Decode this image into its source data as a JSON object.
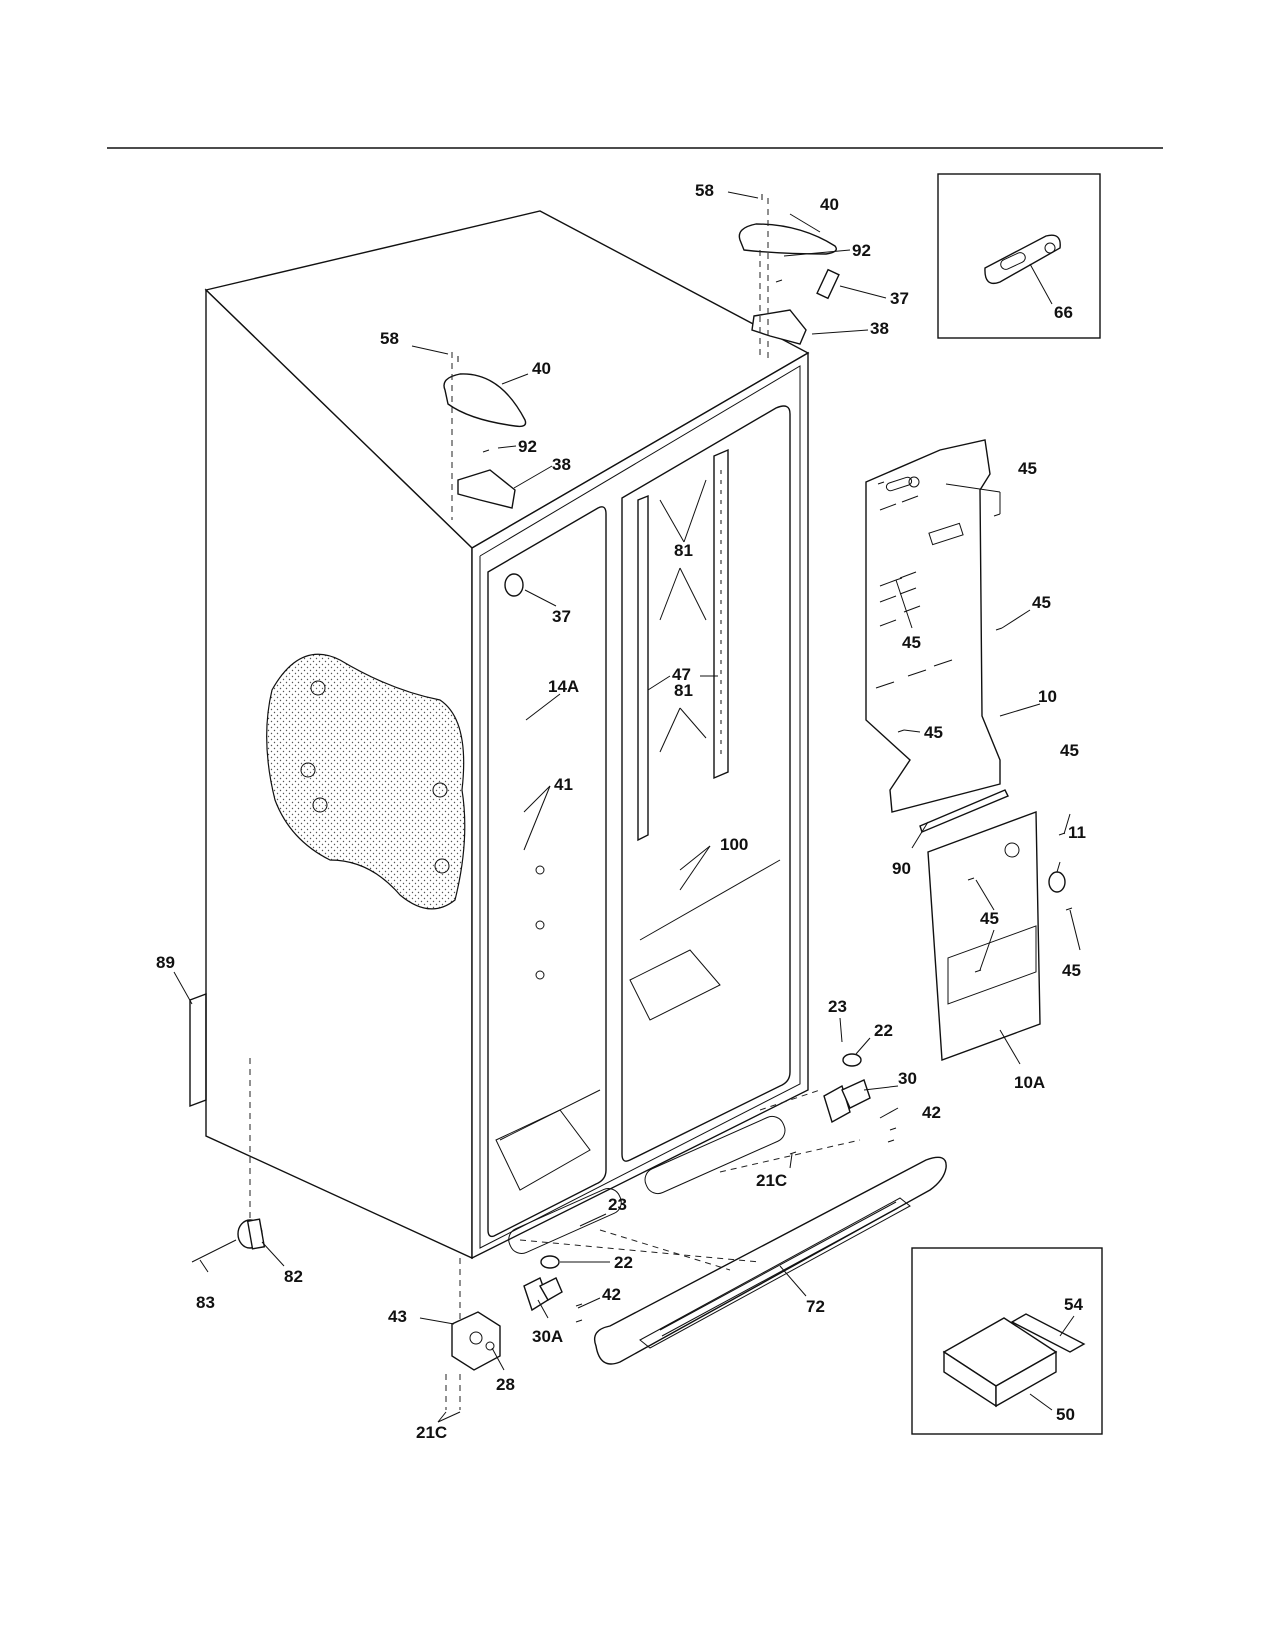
{
  "labels": {
    "l58a": "58",
    "l40a": "40",
    "l92a": "92",
    "l38a": "38",
    "l37a": "37",
    "l58b": "58",
    "l40b": "40",
    "l92b": "92",
    "l38b": "38",
    "l37b": "37",
    "l66": "66",
    "l45a": "45",
    "l45b": "45",
    "l45c": "45",
    "l45d": "45",
    "l45e": "45",
    "l45f": "45",
    "l45g": "45",
    "l10": "10",
    "l90": "90",
    "l11": "11",
    "l10A": "10A",
    "l81a": "81",
    "l81b": "81",
    "l47": "47",
    "l100": "100",
    "l14A": "14A",
    "l41": "41",
    "l89": "89",
    "l82": "82",
    "l83": "83",
    "l23a": "23",
    "l22a": "22",
    "l30": "30",
    "l42a": "42",
    "l21Ca": "21C",
    "l23b": "23",
    "l22b": "22",
    "l42b": "42",
    "l30A": "30A",
    "l72": "72",
    "l43": "43",
    "l28": "28",
    "l21Cb": "21C",
    "l54": "54",
    "l50": "50"
  }
}
